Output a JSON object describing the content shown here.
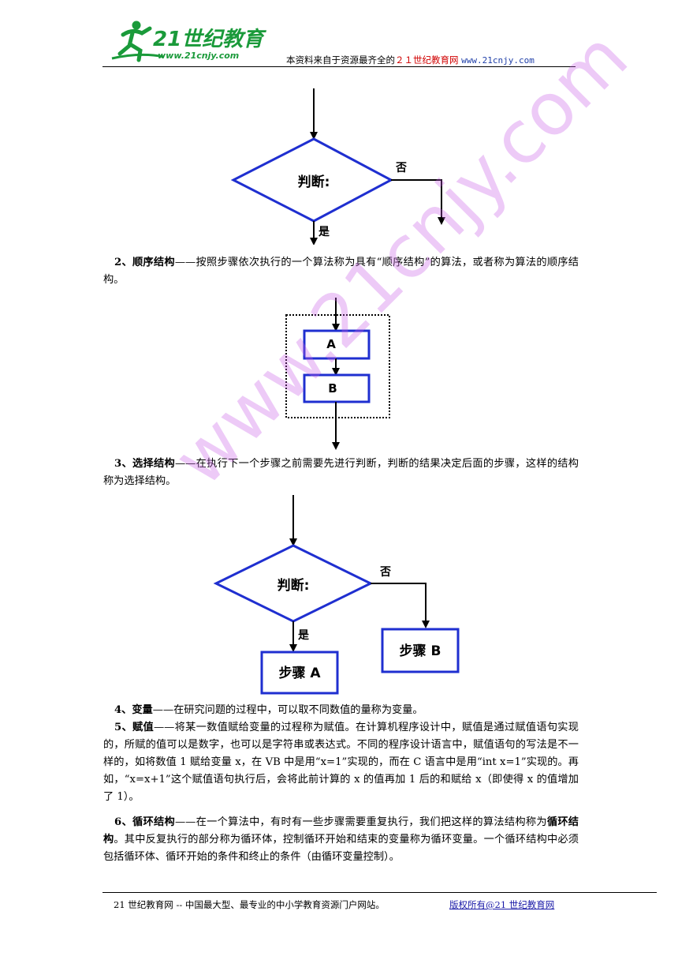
{
  "header": {
    "logo_text": "21世纪教育",
    "logo_url": "www.21cnjy.com",
    "text_prefix": "本资料来自于资源最齐全的",
    "text_red": "２１世纪教育网",
    "text_url": "www.21cnjy.com"
  },
  "diagram1": {
    "label": "判断:",
    "yes": "是",
    "no": "否"
  },
  "section2": {
    "title": "2、顺序结构",
    "body": "——按照步骤依次执行的一个算法称为具有“顺序结构”的算法，或者称为算法的顺序结构。"
  },
  "diagram2": {
    "box_a": "A",
    "box_b": "B"
  },
  "section3": {
    "title": "3、选择结构",
    "body": "——在执行下一个步骤之前需要先进行判断，判断的结果决定后面的步骤，这样的结构称为选择结构。"
  },
  "diagram3": {
    "label": "判断:",
    "yes": "是",
    "no": "否",
    "step_a": "步骤 A",
    "step_b": "步骤 B"
  },
  "section4": {
    "title": "4、变量",
    "body": "——在研究问题的过程中，可以取不同数值的量称为变量。"
  },
  "section5": {
    "title": "5、赋值",
    "body": "——将某一数值赋给变量的过程称为赋值。在计算机程序设计中，赋值是通过赋值语句实现的，所赋的值可以是数字，也可以是字符串或表达式。不同的程序设计语言中，赋值语句的写法是不一样的，如将数值 1 赋给变量 x，在 VB 中是用“x=1”实现的，而在 C 语言中是用“int x=1”实现的。再如，“x=x+1”这个赋值语句执行后，会将此前计算的 x 的值再加 1 后的和赋给 x（即使得 x 的值增加了 1）。"
  },
  "section6": {
    "title": "6、循环结构",
    "body_a": "——在一个算法中，有时有一些步骤需要重复执行，我们把这样的算法结构称为",
    "bold_term": "循环结构",
    "body_b": "。其中反复执行的部分称为循环体，控制循环开始和结束的变量称为循环变量。一个循环结构中必须包括循环体、循环开始的条件和终止的条件（由循环变量控制）。"
  },
  "footer": {
    "left": "21 世纪教育网 -- 中国最大型、最专业的中小学教育资源门户网站。",
    "right": "版权所有@21 世纪教育网"
  },
  "watermark": "www.21cnjy.com",
  "colors": {
    "diagram_blue": "#1f2fd0",
    "header_red": "#d00000",
    "watermark": "#c85ae6"
  }
}
